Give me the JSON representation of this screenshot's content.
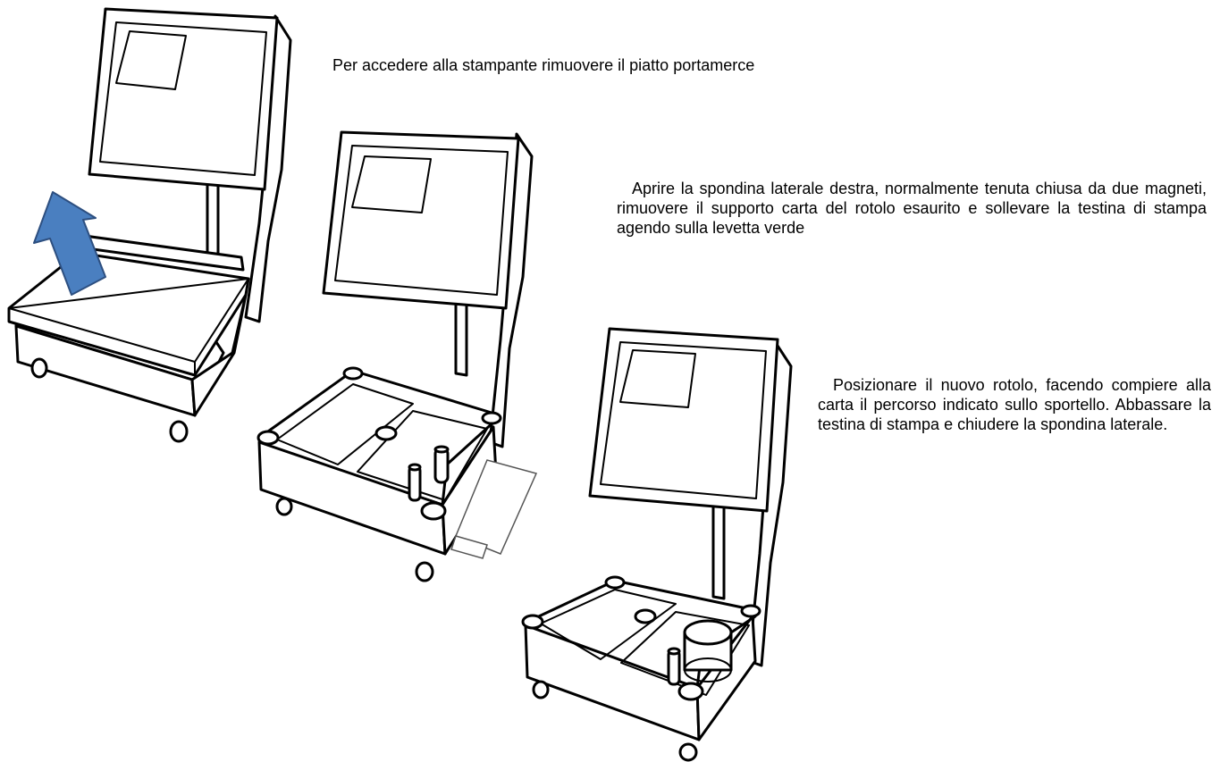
{
  "steps": [
    {
      "text": "Per accedere alla stampante rimuovere il piatto portamerce"
    },
    {
      "text": "Aprire la spondina laterale destra, normalmente tenuta chiusa da due magneti, rimuovere il supporto carta del rotolo esaurito e sollevare la testina di stampa agendo sulla levetta verde"
    },
    {
      "text": "Posizionare il nuovo rotolo, facendo compiere alla carta il percorso indicato sullo sportello. Abbassare la testina di stampa e chiudere la spondina laterale."
    }
  ],
  "colors": {
    "arrow": "#4a7fc0",
    "arrow_stroke": "#2d4f80",
    "line": "#000000"
  },
  "icons": {
    "arrow": "arrow-up-icon"
  }
}
